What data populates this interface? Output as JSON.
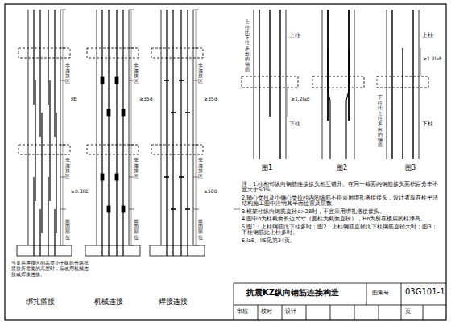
{
  "diagram": {
    "title": "抗震KZ纵向钢筋连接构造",
    "labels": [
      "绑扎搭接",
      "机械连接",
      "焊接连接",
      "图1",
      "图2",
      "图3",
      "注：1.柱相邻纵向钢筋连接接头相互错开。在同一截面内钢筋接头面积百分率不宜大于50%。",
      "2.轴心受拉及小偏心受拉柱内的纵筋不得采用绑扎搭接接头，设计者应在柱平法结构施工图中注明其平面位置及层数。",
      "3.框架柱纵向钢筋直径d>28时，不宜采用绑扎搭接接头。",
      "4.图中h为柱截面长边尺寸（圆柱为截面直径），Hn为所在楼层的柱净高。",
      "5.图1：上柱钢筋比下柱多时；图2：上柱钢筋直径比下柱钢筋直径大时；图3：下柱钢筋比上柱多时。",
      "6.laE、llE见第34页。",
      "图集号",
      "03G101-1",
      "审核",
      "校对",
      "设计",
      "页",
      "当某层连接区的高度小于纵筋分两批搭接所需要的高度时，应改用机械连接或焊接连接。",
      "非连接区",
      "非连接区",
      "嵌固部位",
      "llE",
      "≥0.3llE",
      "非连接区",
      "非连接区",
      "嵌固部位",
      "≥35d",
      "非连接区",
      "非连接区",
      "嵌固部位",
      "≥35d",
      "≥500",
      "上柱",
      "下柱",
      "上柱",
      "下柱",
      "上柱比下柱多出的钢筋",
      "下柱比上柱多出的钢筋",
      "≥1.2laE",
      "≥1.2laE"
    ]
  }
}
